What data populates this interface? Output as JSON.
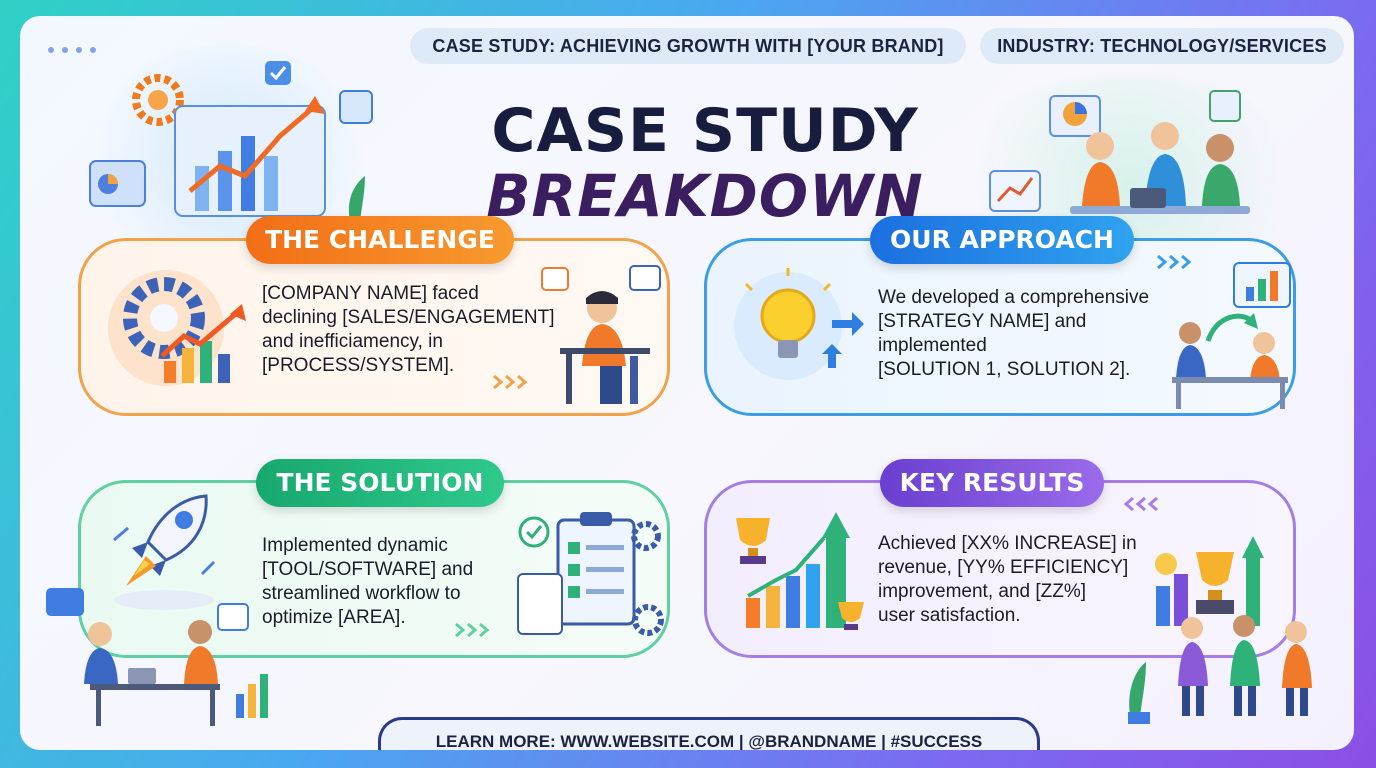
{
  "header": {
    "case_pill": "CASE STUDY: ACHIEVING GROWTH WITH [YOUR BRAND]",
    "industry_pill": "INDUSTRY: TECHNOLOGY/SERVICES",
    "title_line1": "CASE STUDY",
    "title_line2": "BREAKDOWN"
  },
  "sections": {
    "challenge": {
      "label": "THE CHALLENGE",
      "lines": [
        "[COMPANY NAME] faced",
        "declining [SALES/ENGAGEMENT]",
        "and inefficiamency, in",
        "[PROCESS/SYSTEM]."
      ]
    },
    "approach": {
      "label": "OUR APPROACH",
      "lines": [
        "We developed a comprehensive",
        "[STRATEGY NAME] and",
        "implemented",
        "[SOLUTION 1, SOLUTION 2]."
      ]
    },
    "solution": {
      "label": "THE SOLUTION",
      "lines": [
        "Implemented dynamic",
        "[TOOL/SOFTWARE] and",
        "streamlined workflow to",
        "optimize [AREA]."
      ]
    },
    "results": {
      "label": "KEY RESULTS",
      "lines": [
        "Achieved [XX% INCREASE] in",
        "revenue, [YY% EFFICIENCY]",
        "improvement, and [ZZ%]",
        "user satisfaction."
      ]
    }
  },
  "footer": {
    "text": "LEARN MORE: WWW.WEBSITE.COM  |  @BRANDNAME  |  #SUCCESS"
  },
  "colors": {
    "challenge": "#f27a1a",
    "approach": "#1e7fe0",
    "solution": "#1fb37a",
    "results": "#7e4fd8",
    "title_dark": "#181c3f",
    "title_purple": "#3b1e5f"
  },
  "icons": [
    "gear-icon",
    "chart-icon",
    "lightbulb-icon",
    "rocket-icon",
    "clipboard-icon",
    "trophy-icon",
    "person-icon",
    "chevrons-icon"
  ]
}
